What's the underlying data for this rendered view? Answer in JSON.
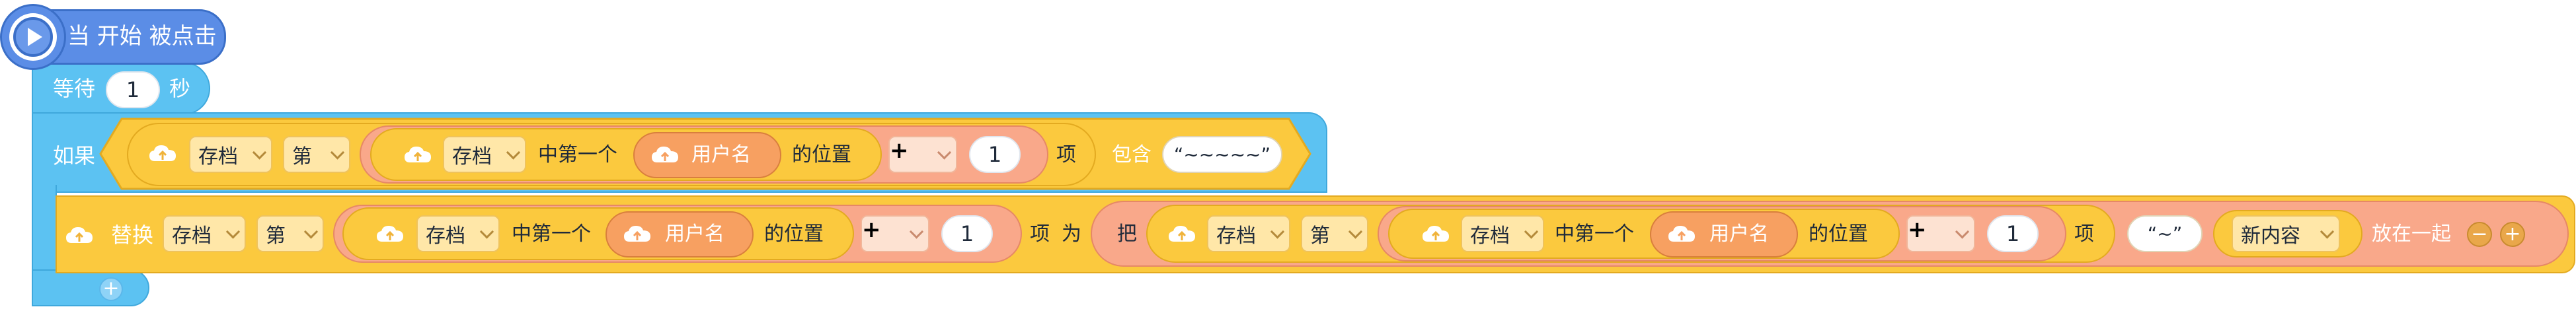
{
  "event_block": {
    "label": "当 开始 被点击"
  },
  "wait_block": {
    "prefix": "等待",
    "value": "1",
    "suffix": "秒"
  },
  "if_block": {
    "label": "如果",
    "condition": {
      "list_dropdown": "存档",
      "index_label": "第",
      "inner": {
        "list_dropdown": "存档",
        "first_label": "中第一个",
        "variable": "用户名",
        "position_label": "的位置"
      },
      "operator": "+",
      "operand": "1",
      "item_label": "项",
      "contains_label": "包含",
      "search_text": "“~~~~~”"
    }
  },
  "replace_block": {
    "label": "替换",
    "list_dropdown": "存档",
    "index_label": "第",
    "inner": {
      "list_dropdown": "存档",
      "first_label": "中第一个",
      "variable": "用户名",
      "position_label": "的位置"
    },
    "operator": "+",
    "operand": "1",
    "item_label": "项",
    "to_label": "为",
    "join": {
      "prefix": "把",
      "item": {
        "list_dropdown": "存档",
        "index_label": "第",
        "inner": {
          "list_dropdown": "存档",
          "first_label": "中第一个",
          "variable": "用户名",
          "position_label": "的位置"
        },
        "operator": "+",
        "operand": "1",
        "item_label": "项"
      },
      "separator": "“~”",
      "variable": "新内容",
      "suffix": "放在一起",
      "minus": "−",
      "plus": "+"
    }
  },
  "add_branch": {
    "plus": "+"
  },
  "colors": {
    "event": "#5b8de6",
    "control": "#5cc2f2",
    "list": "#fbc93e",
    "operator": "#f9a88a",
    "variable": "#f7a061"
  }
}
